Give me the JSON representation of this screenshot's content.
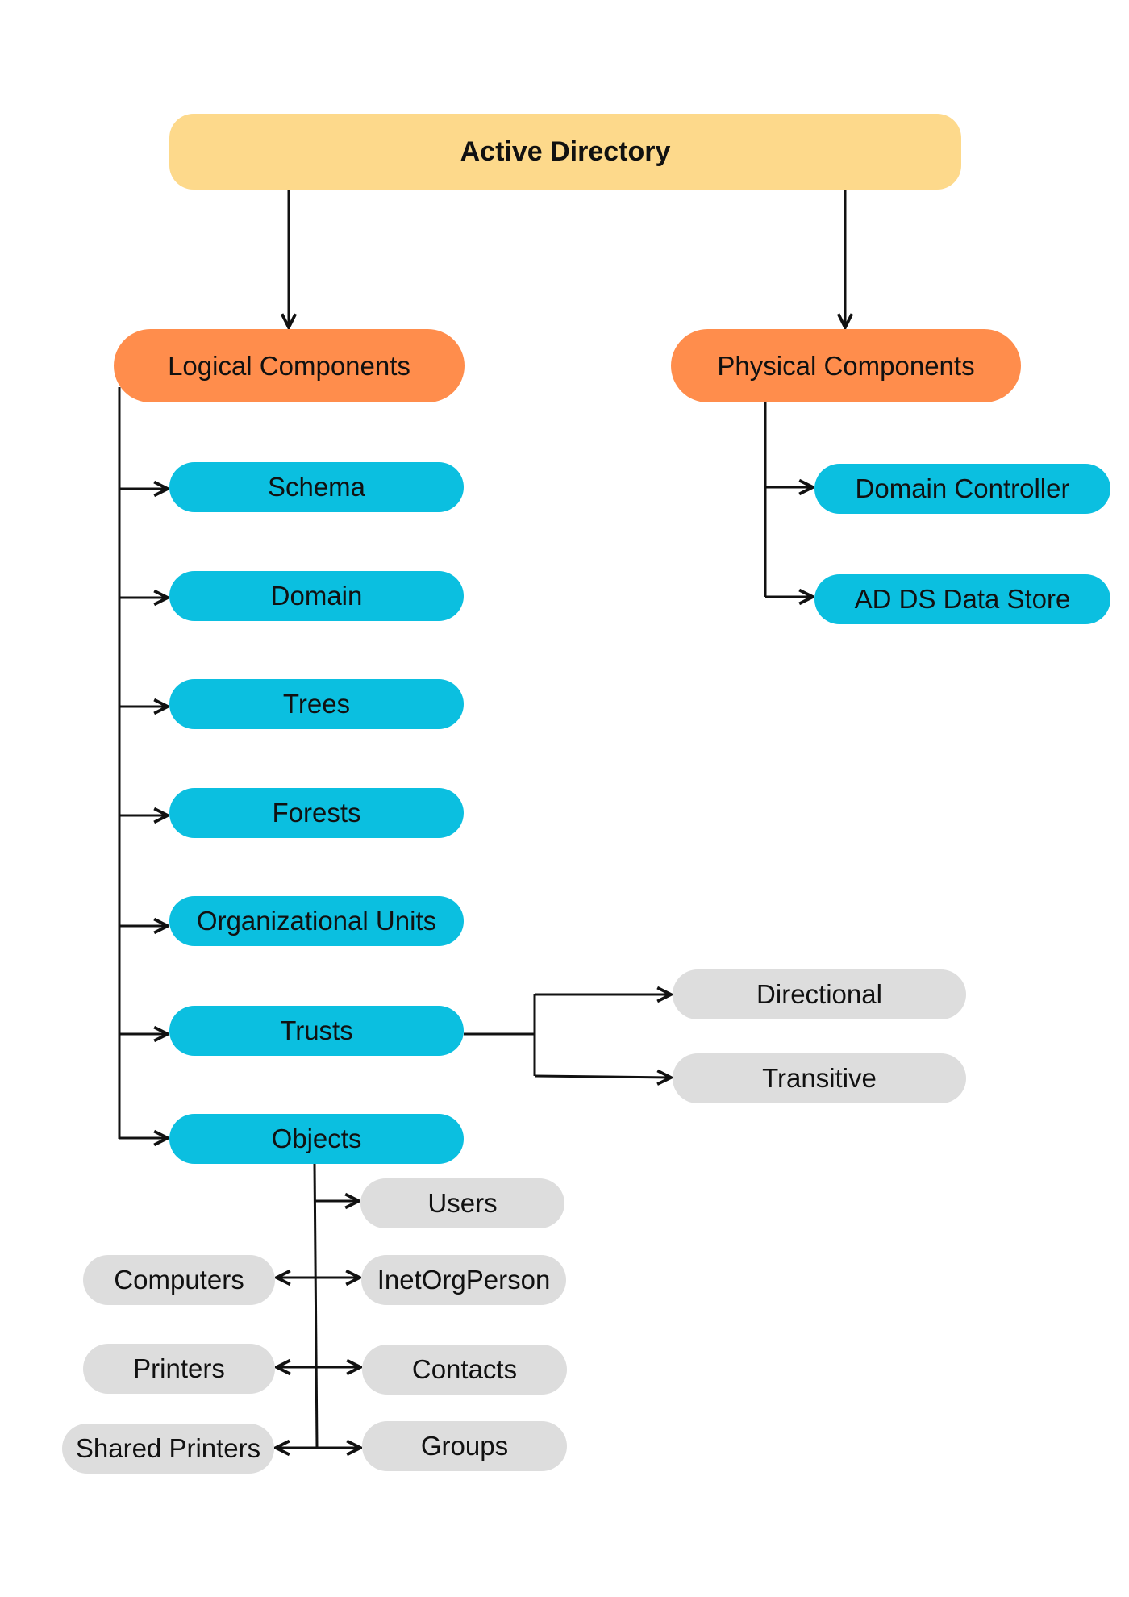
{
  "root": {
    "label": "Active Directory"
  },
  "logical": {
    "label": "Logical Components",
    "children": [
      "Schema",
      "Domain",
      "Trees",
      "Forests",
      "Organizational Units",
      "Trusts",
      "Objects"
    ]
  },
  "physical": {
    "label": "Physical Components",
    "children": [
      "Domain Controller",
      "AD DS Data Store"
    ]
  },
  "trusts": {
    "children": [
      "Directional",
      "Transitive"
    ]
  },
  "objects": {
    "right": [
      "Users",
      "InetOrgPerson",
      "Contacts",
      "Groups"
    ],
    "left": [
      "Computers",
      "Printers",
      "Shared Printers"
    ]
  },
  "colors": {
    "root": "#fdd98b",
    "branch": "#ff8d4c",
    "leaf": "#0bbfe0",
    "sub_leaf": "#dddddd",
    "connector": "#111111"
  }
}
